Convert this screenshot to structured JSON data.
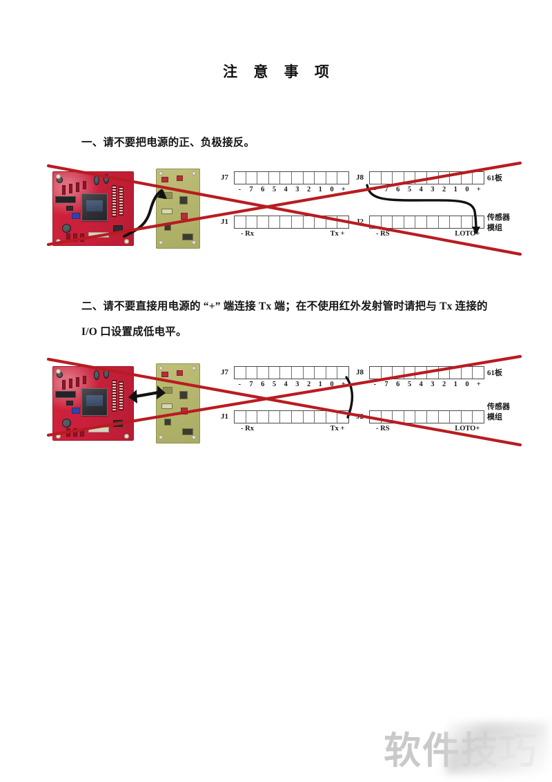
{
  "document": {
    "title": "注 意 事 项"
  },
  "items": [
    {
      "id": "item-1",
      "text": "一、请不要把电源的正、负极接反。"
    },
    {
      "id": "item-2",
      "text": "二、请不要直接用电源的 “+” 端连接 Tx 端；在不使用红外发射管时请把与 Tx 连接的 I/O 口设置成低电平。"
    }
  ],
  "figures": [
    {
      "name": "figure-1",
      "connectors": {
        "j7": {
          "label": "J7",
          "pins": [
            "-",
            "7",
            "6",
            "5",
            "4",
            "3",
            "2",
            "1",
            "0",
            "+"
          ]
        },
        "j8": {
          "label": "J8",
          "pins": [
            "-",
            "7",
            "6",
            "5",
            "4",
            "3",
            "2",
            "1",
            "0",
            "+"
          ]
        },
        "j1": {
          "label": "J1",
          "left_pin": "- Rx",
          "right_pin": "Tx +"
        },
        "j2": {
          "label": "J2",
          "left_pin": "- RS",
          "right_pin": "LOTO+"
        }
      },
      "tags": {
        "board": "61板",
        "module_line1": "传感器",
        "module_line2": "模组"
      }
    },
    {
      "name": "figure-2",
      "connectors": {
        "j7": {
          "label": "J7",
          "pins": [
            "-",
            "7",
            "6",
            "5",
            "4",
            "3",
            "2",
            "1",
            "0",
            "+"
          ]
        },
        "j8": {
          "label": "J8",
          "pins": [
            "-",
            "7",
            "6",
            "5",
            "4",
            "3",
            "2",
            "1",
            "0",
            "+"
          ]
        },
        "j1": {
          "label": "J1",
          "left_pin": "- Rx",
          "right_pin": "Tx +"
        },
        "j2": {
          "label": "J2",
          "left_pin": "- RS",
          "right_pin": "LOTO+"
        }
      },
      "tags": {
        "board": "61板",
        "module_line1": "传感器",
        "module_line2": "模组"
      }
    }
  ],
  "watermark": {
    "text": "软件技巧"
  },
  "colors": {
    "cross_red": "#b81c21",
    "pcb_red": "#c9203b",
    "pcb_green": "#b5b76e",
    "arrow_black": "#111111"
  }
}
